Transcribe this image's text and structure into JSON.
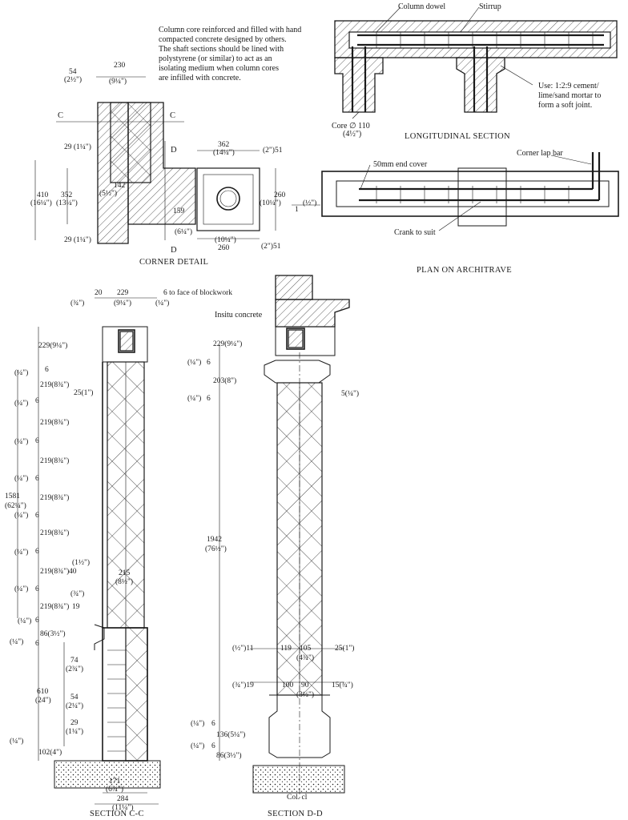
{
  "longitudinal": {
    "column_dowel": "Column dowel",
    "stirrup": "Stirrup",
    "note": [
      "Column core reinforced and filled with hand",
      "compacted concrete designed by others.",
      "The shaft sections should be lined with",
      "polystyrene (or similar) to act as an",
      "isolating medium when column cores",
      "are infilled with concrete."
    ],
    "mortar": [
      "Use: 1:2:9 cement/",
      "lime/sand mortar to",
      "form a soft joint."
    ],
    "core": "Core ∅ 110",
    "core_imp": "(4½\")",
    "title": "LONGITUDINAL SECTION"
  },
  "plan": {
    "corner_lap": "Corner lap bar",
    "end_cover": "50mm end cover",
    "crank": "Crank to suit",
    "title": "PLAN ON ARCHITRAVE"
  },
  "corner": {
    "title": "CORNER DETAIL",
    "c_left": "C",
    "c_right": "C",
    "d_top": "D",
    "d_bottom": "D",
    "dims": {
      "d54": "54",
      "d54i": "(2½\")",
      "d230": "230",
      "d230i": "(9¼\")",
      "d29a": "29 (1¼\")",
      "d410": "410",
      "d410i": "(16¼\")",
      "d352": "352",
      "d352i": "(13¼\")",
      "d142": "142",
      "d142i": "(5½\")",
      "d29b": "29 (1¼\")",
      "d362": "362",
      "d362i": "(14¼\")",
      "d51a": "(2\")51",
      "d260": "260",
      "d260i": "(10¼\")",
      "d159": "159",
      "d159i": "(6¼\")",
      "d10": "(10¼\")",
      "d260b": "260",
      "d51b": "(2\")51",
      "d1": "1",
      "d1i": "(½\")"
    }
  },
  "section_cc": {
    "title": "SECTION C-C",
    "top": {
      "d20": "20",
      "d20i": "(¾\")",
      "d229": "229",
      "d229i": "(9¼\")",
      "face": "6 to face of blockwork",
      "facei": "(¼\")"
    },
    "left": [
      "229(9¼\")",
      "6",
      "219(8¾\")",
      "6",
      "219(8¾\")",
      "6",
      "219(8¾\")",
      "6",
      "219(8¾\")",
      "6",
      "219(8¾\")",
      "6",
      "219(8¾\")",
      "6",
      "219(8¾\")",
      "6",
      "86(3½\")",
      "6"
    ],
    "total": "1581",
    "total_i": "(62¼\")",
    "i6": "(¼\")",
    "d25": "25(1\")",
    "d40": "40",
    "d40i": "(1½\")",
    "d19": "19",
    "d19i": "(¾\")",
    "d215": "215",
    "d215i": "(8½\")",
    "d610": "610",
    "d610i": "(24\")",
    "d74": "74",
    "d74i": "(2¾\")",
    "d54": "54",
    "d54i": "(2¼\")",
    "d29": "29",
    "d29i": "(1¼\")",
    "d102": "102(4\")",
    "d171": "171",
    "d171i": "(6¾\")",
    "d284": "284",
    "d284i": "(11¼\")"
  },
  "section_dd": {
    "title": "SECTION D-D",
    "insitu": "Insitu concrete",
    "d229": "229(9¼\")",
    "d6a": "6",
    "d203": "203(8\")",
    "d6b": "6",
    "d5": "5(¼\")",
    "d1942": "1942",
    "d1942i": "(76½\")",
    "d11": "(½\")11",
    "d119": "119",
    "d105": "105",
    "d4i": "(4¾\")",
    "d25": "25(1\")",
    "d19": "(¾\")19",
    "d100": "100",
    "d90": "90",
    "d3i": "(3½\")",
    "d15": "15(¾\")",
    "d6c": "6",
    "d136": "136(5¼\")",
    "d6d": "6",
    "d86": "86(3½\")",
    "i6": "(¼\")",
    "col": "Col. cl"
  }
}
